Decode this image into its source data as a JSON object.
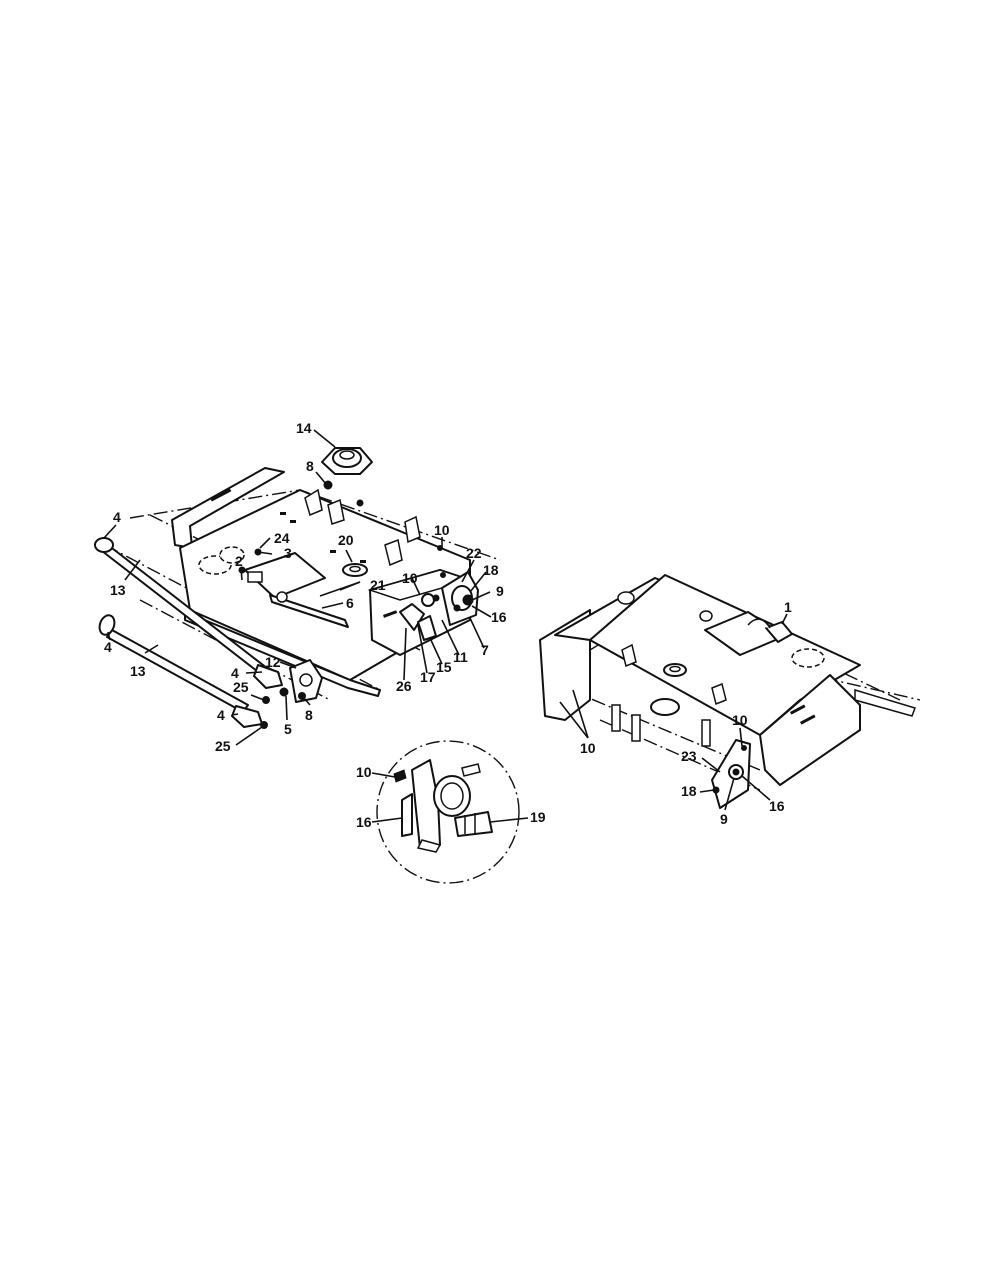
{
  "callouts": {
    "c1": "1",
    "c2": "2",
    "c3": "3",
    "c4a": "4",
    "c4b": "4",
    "c4c": "4",
    "c4d": "4",
    "c5": "5",
    "c6": "6",
    "c7": "7",
    "c8a": "8",
    "c8b": "8",
    "c9a": "9",
    "c9b": "9",
    "c10a": "10",
    "c10b": "10",
    "c10c": "10",
    "c10d": "10",
    "c10e": "10",
    "c11": "11",
    "c12": "12",
    "c13a": "13",
    "c13b": "13",
    "c14": "14",
    "c15": "15",
    "c16a": "16",
    "c16b": "16",
    "c16c": "16",
    "c17": "17",
    "c18a": "18",
    "c18b": "18",
    "c19": "19",
    "c20": "20",
    "c21": "21",
    "c22": "22",
    "c23": "23",
    "c24": "24",
    "c25a": "25",
    "c25b": "25",
    "c26": "26"
  }
}
